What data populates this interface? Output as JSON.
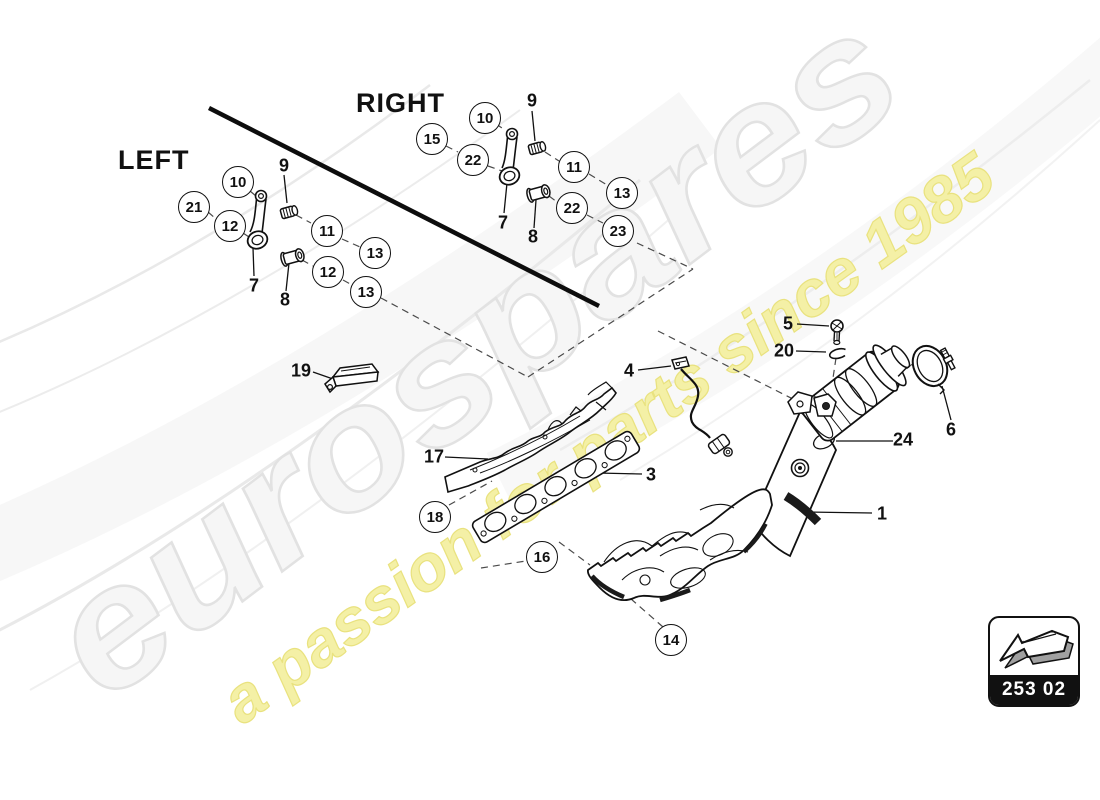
{
  "watermark": {
    "brand": "eurospares",
    "tagline": "a passion for parts since 1985",
    "brand_color": "#f6f6f6",
    "tagline_color": "#f4f0a6"
  },
  "sections": {
    "left_label": "LEFT",
    "right_label": "RIGHT"
  },
  "badge": {
    "code": "253 02"
  },
  "circled_callouts": [
    {
      "id": "21"
    },
    {
      "id": "10"
    },
    {
      "id": "12"
    },
    {
      "id": "11"
    },
    {
      "id": "13"
    },
    {
      "id": "12"
    },
    {
      "id": "13"
    },
    {
      "id": "15"
    },
    {
      "id": "10"
    },
    {
      "id": "22"
    },
    {
      "id": "11"
    },
    {
      "id": "13"
    },
    {
      "id": "22"
    },
    {
      "id": "23"
    },
    {
      "id": "18"
    },
    {
      "id": "16"
    },
    {
      "id": "14"
    }
  ],
  "plain_labels": [
    {
      "text": "9"
    },
    {
      "text": "7"
    },
    {
      "text": "8"
    },
    {
      "text": "9"
    },
    {
      "text": "7"
    },
    {
      "text": "8"
    },
    {
      "text": "19"
    },
    {
      "text": "4"
    },
    {
      "text": "5"
    },
    {
      "text": "20"
    },
    {
      "text": "6"
    },
    {
      "text": "24"
    },
    {
      "text": "1"
    },
    {
      "text": "3"
    },
    {
      "text": "17"
    }
  ]
}
